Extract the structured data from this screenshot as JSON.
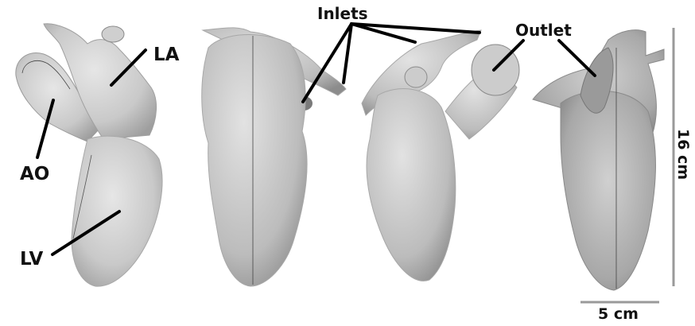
{
  "labels": {
    "ao": "AO",
    "la": "LA",
    "lv": "LV",
    "inlets": "Inlets",
    "outlet": "Outlet"
  },
  "scale": {
    "vertical": "16 cm",
    "horizontal": "5 cm"
  },
  "colors": {
    "surface_light": "#d9d9d9",
    "surface_mid": "#bdbdbd",
    "surface_dark": "#8f8f8f",
    "cap_fill": "#c7c7c7",
    "leader": "#000000",
    "scale_bar": "#9a9a9a"
  }
}
